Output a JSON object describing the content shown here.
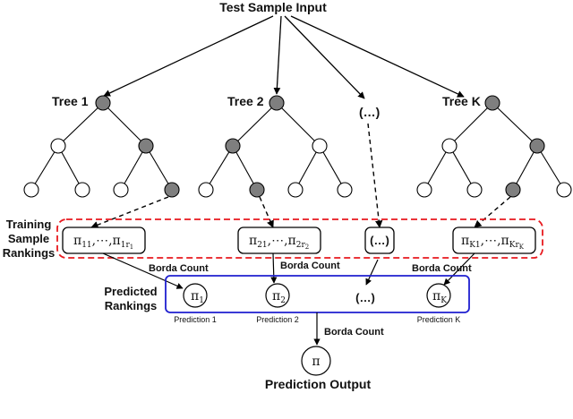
{
  "title": "Test Sample Input",
  "trees": [
    {
      "label": "Tree 1"
    },
    {
      "label": "Tree 2"
    },
    {
      "label": "(…)"
    },
    {
      "label": "Tree K"
    }
  ],
  "training_label_line1": "Training",
  "training_label_line2": "Sample",
  "training_label_line3": "Rankings",
  "rankings": [
    {
      "main": "π",
      "sub1": "11",
      "mid": ",⋯,π",
      "sub2": "1r",
      "sub3": "1"
    },
    {
      "main": "π",
      "sub1": "21",
      "mid": ",⋯,π",
      "sub2": "2r",
      "sub3": "2"
    },
    {
      "text": "(…)"
    },
    {
      "main": "π",
      "sub1": "K1",
      "mid": ",⋯,π",
      "sub2": "Kr",
      "sub3": "K"
    }
  ],
  "borda_count": "Borda Count",
  "predicted_label_line1": "Predicted",
  "predicted_label_line2": "Rankings",
  "predictions": [
    {
      "symbol": "π",
      "sub": "1",
      "caption": "Prediction 1"
    },
    {
      "symbol": "π",
      "sub": "2",
      "caption": "Prediction 2"
    },
    {
      "symbol": "(…)"
    },
    {
      "symbol": "π",
      "sub": "K",
      "caption": "Prediction K"
    }
  ],
  "output_symbol": "π",
  "output_label": "Prediction Output",
  "colors": {
    "filled_node": "#7f7f7f",
    "dashed_box": "#e8191e",
    "predicted_box": "#1f1fcf",
    "line": "#000000"
  }
}
